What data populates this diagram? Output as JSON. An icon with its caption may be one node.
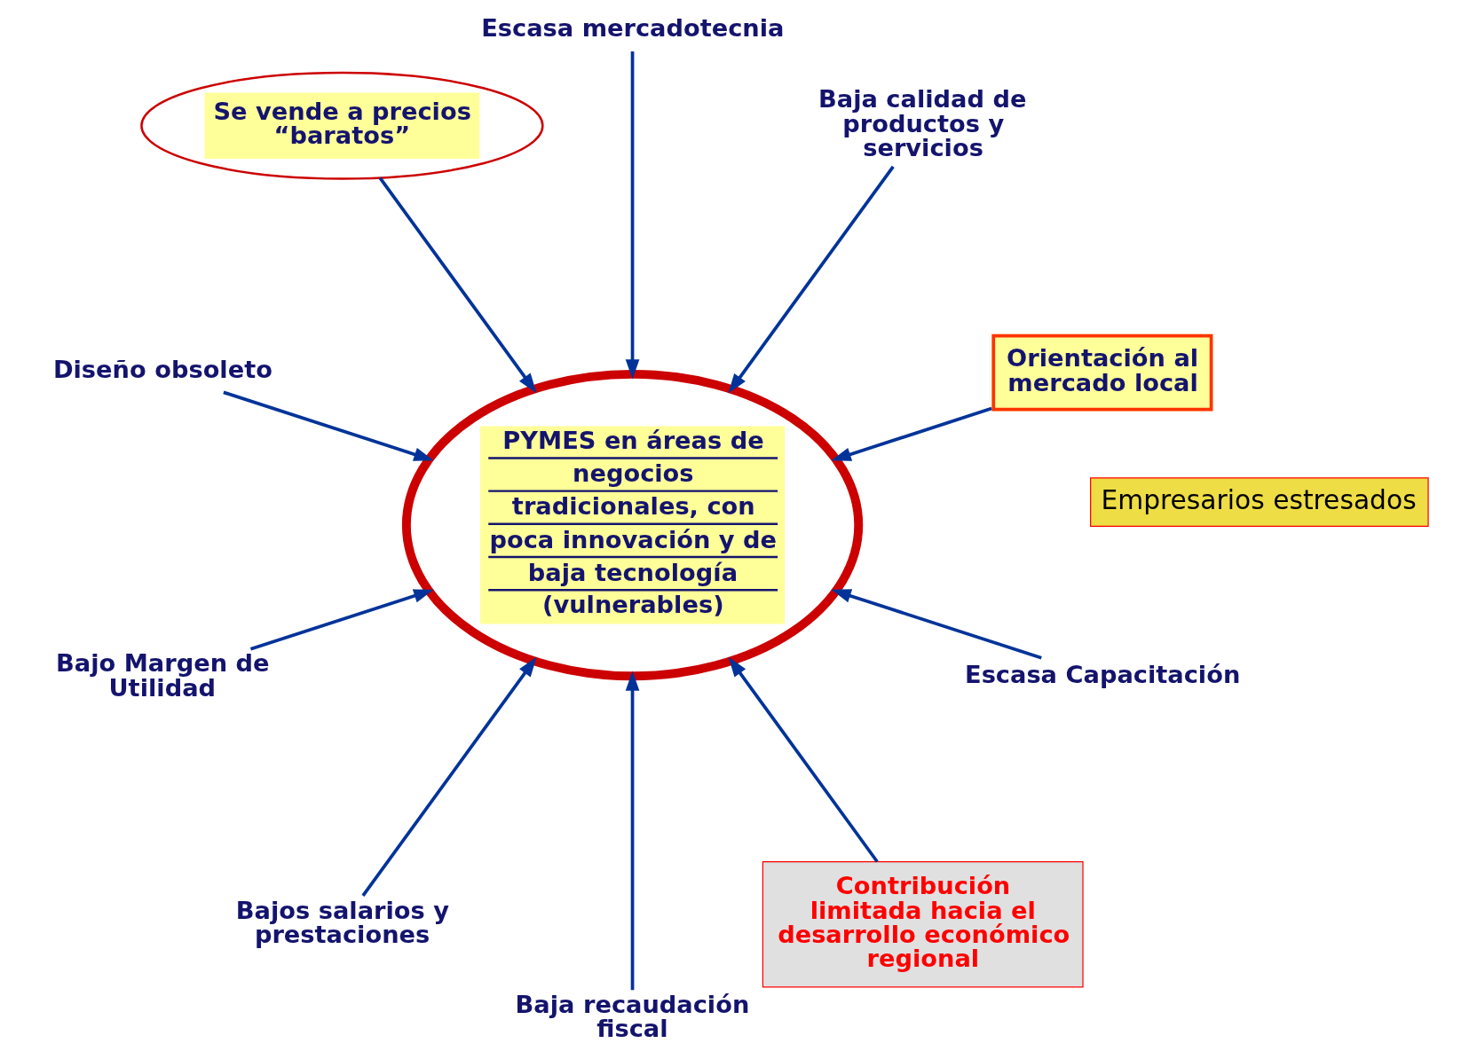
{
  "diagram": {
    "nodes": [
      {
        "text": [
          "Se vende a precios “baratos”"
        ]
      },
      {
        "text": [
          "Escasa mercadotecnia"
        ]
      },
      {
        "text": [
          "Baja calidad de productos y servicios"
        ]
      },
      {
        "text": [
          "Diseño obsoleto"
        ]
      },
      {
        "text": [
          "PYMES en áreas de negocios tradicionales, con poca innovación y de baja tecnología",
          "(vulnerables)"
        ]
      },
      {
        "text": [
          "Orientación al mercado local"
        ]
      },
      {
        "text": [
          "Bajo Margen de Utilidad"
        ]
      },
      {
        "text": [
          "Escasa Capacitación"
        ]
      },
      {
        "text": [
          "Contribución limitada hacia el desarrollo económico regional"
        ]
      },
      {
        "text": [
          "Bajos salarios y prestaciones"
        ]
      },
      {
        "text": [
          "Baja recaudación fiscal"
        ]
      },
      {
        "text": [
          "Empresarios estresados"
        ]
      }
    ],
    "edges": [
      {
        "from": 0,
        "to": 4,
        "arrow": "to"
      },
      {
        "from": 1,
        "to": 4,
        "arrow": "to"
      },
      {
        "from": 2,
        "to": 4,
        "arrow": "to"
      },
      {
        "from": 3,
        "to": 4,
        "arrow": "to"
      },
      {
        "from": 5,
        "to": 4,
        "arrow": "to"
      },
      {
        "from": 6,
        "to": 4,
        "arrow": "to"
      },
      {
        "from": 7,
        "to": 4,
        "arrow": "to"
      },
      {
        "from": 8,
        "to": 4,
        "arrow": "to"
      },
      {
        "from": 9,
        "to": 4,
        "arrow": "to"
      },
      {
        "from": 10,
        "to": 4,
        "arrow": "to"
      }
    ]
  }
}
